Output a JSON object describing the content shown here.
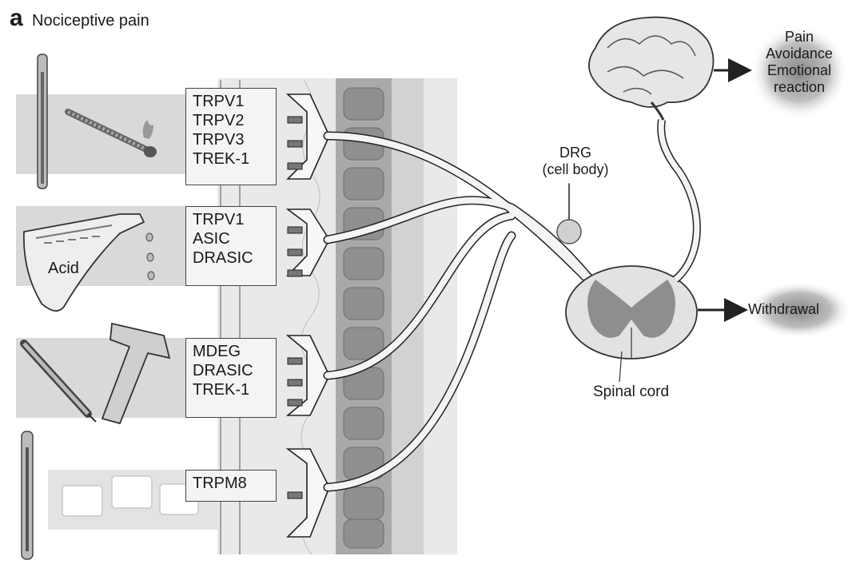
{
  "panel": {
    "letter": "a",
    "title": "Nociceptive pain"
  },
  "stimuli": {
    "acid_label": "Acid"
  },
  "channel_groups": [
    {
      "lines": [
        "TRPV1",
        "TRPV2",
        "TRPV3",
        "TREK-1"
      ]
    },
    {
      "lines": [
        "TRPV1",
        "ASIC",
        "DRASIC"
      ]
    },
    {
      "lines": [
        "MDEG",
        "DRASIC",
        "TREK-1"
      ]
    },
    {
      "lines": [
        "TRPM8"
      ]
    }
  ],
  "drg": {
    "line1": "DRG",
    "line2": "(cell body)"
  },
  "spinal_cord": {
    "label": "Spinal cord"
  },
  "brain_outputs": [
    "Pain",
    "Avoidance",
    "Emotional",
    "reaction"
  ],
  "reflex_output": {
    "label": "Withdrawal"
  }
}
